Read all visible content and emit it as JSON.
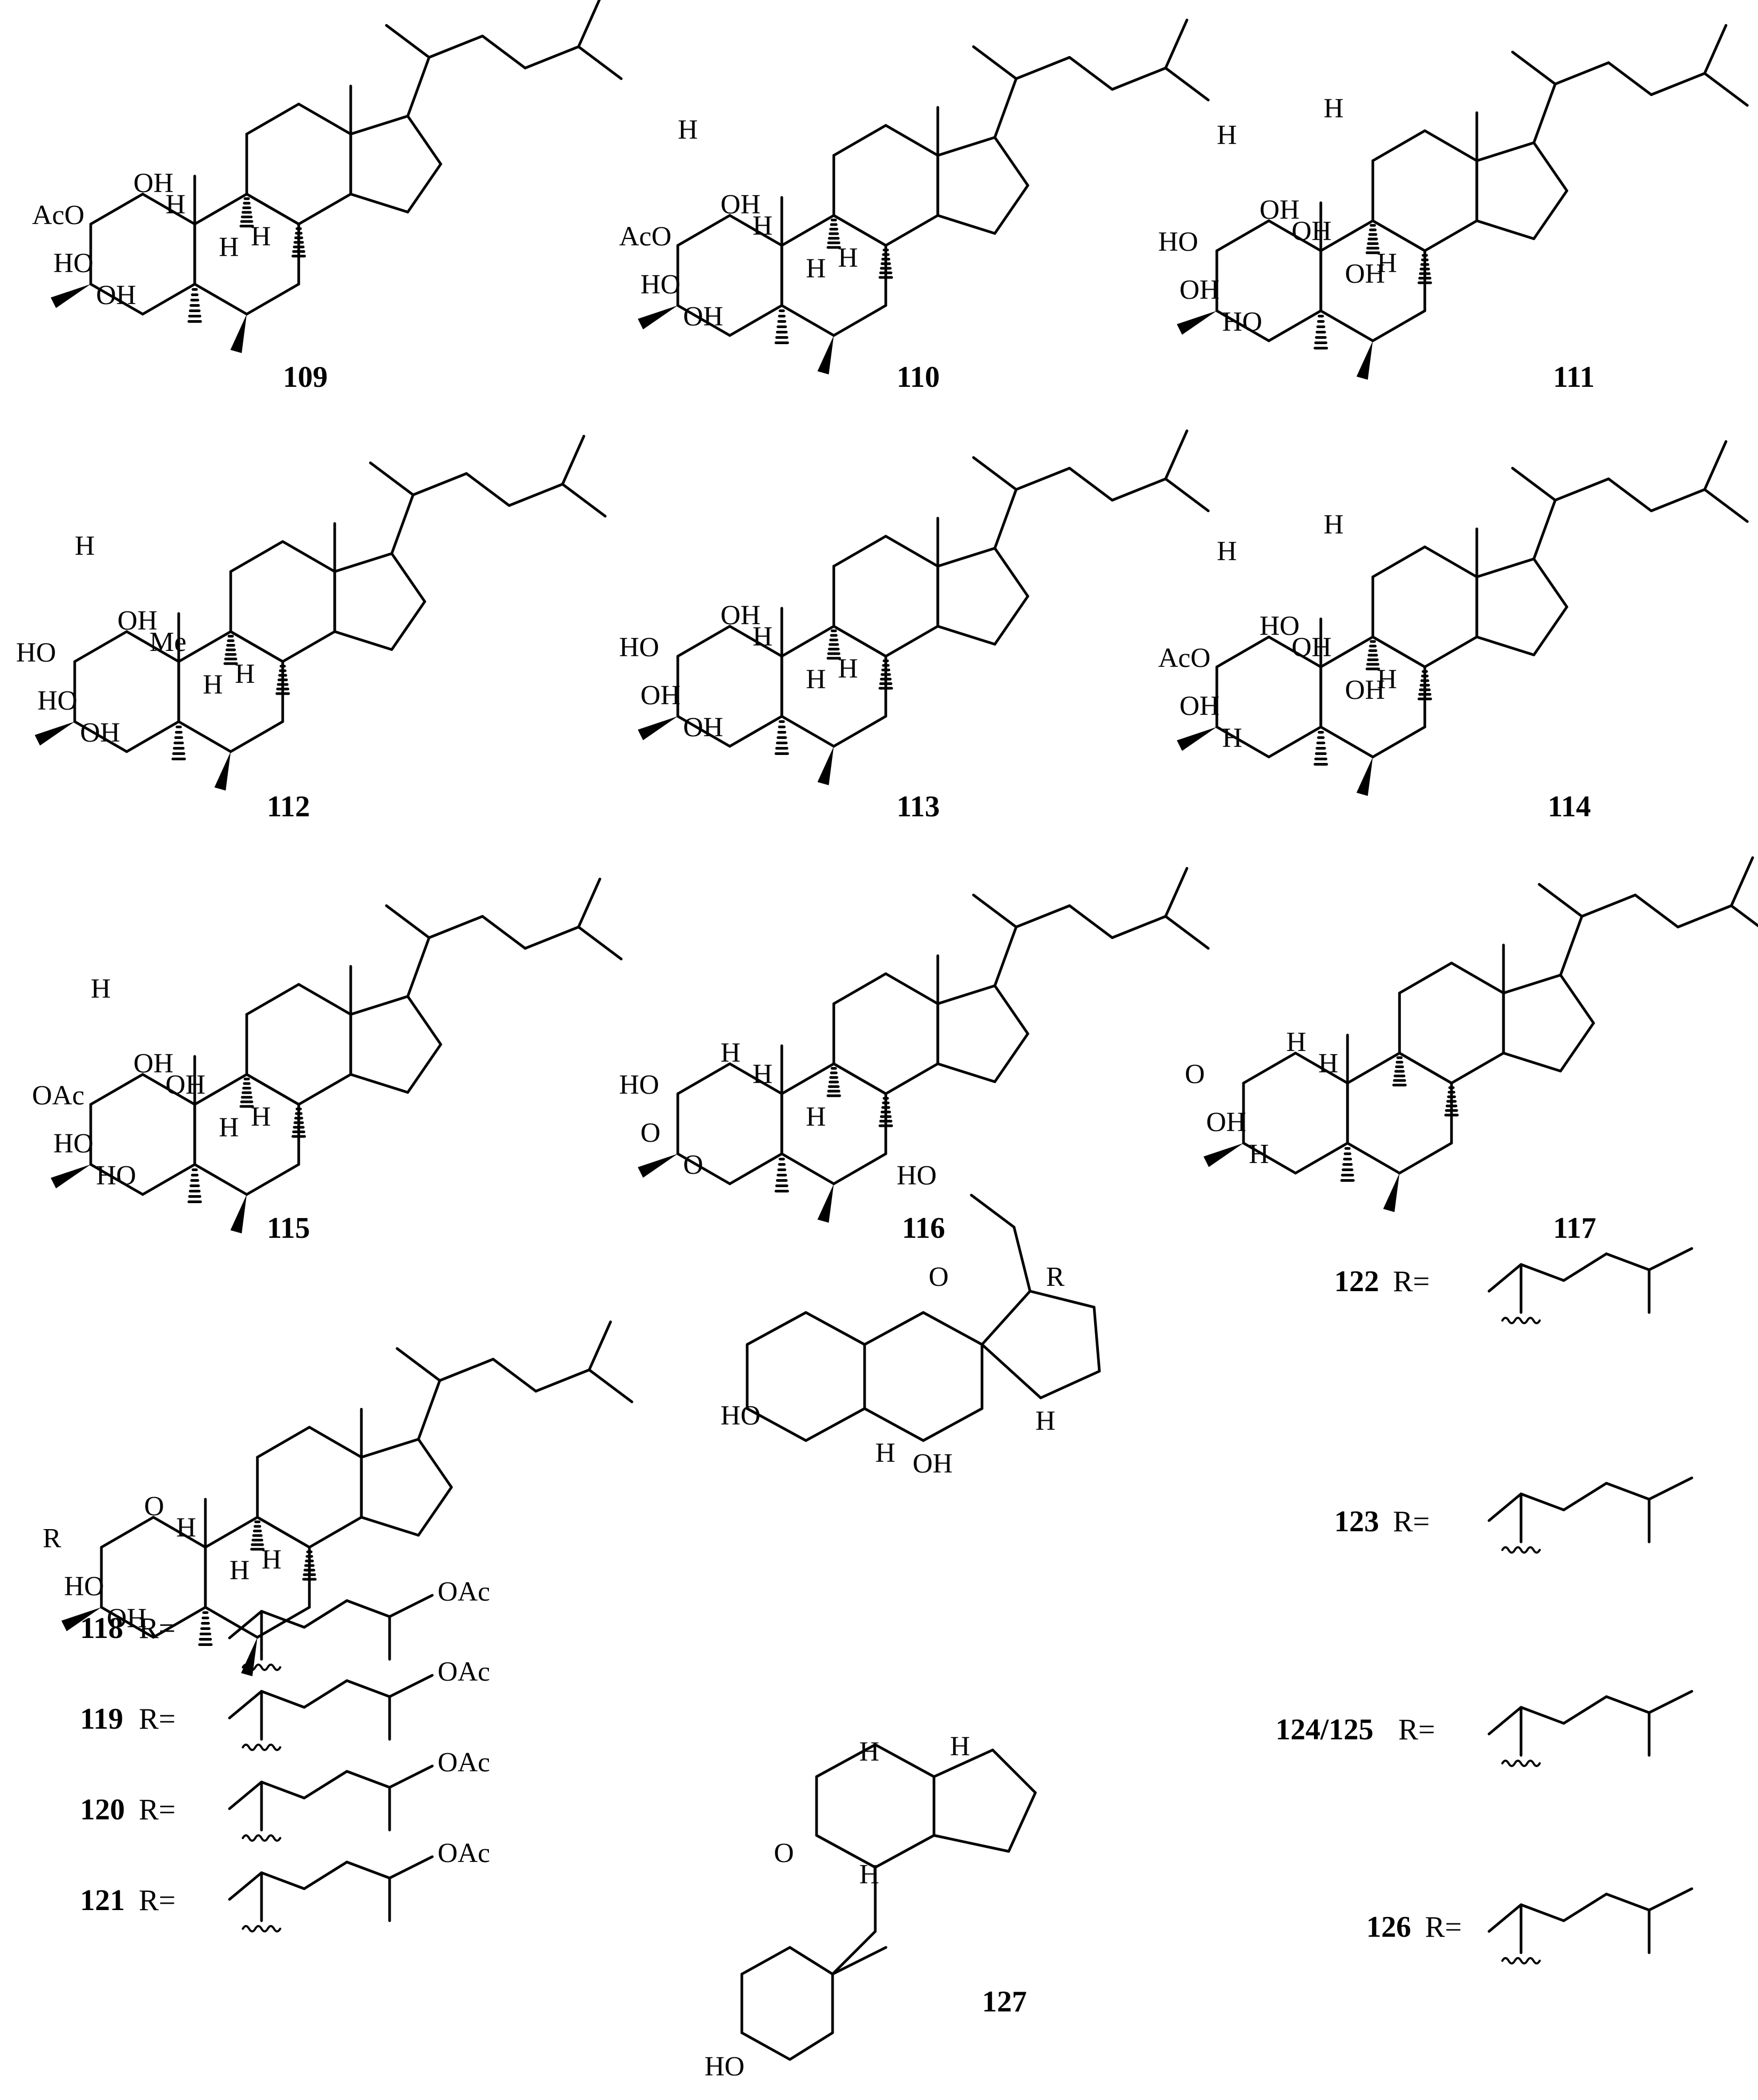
{
  "compounds": [
    {
      "id": "109",
      "labels": [
        "AcO",
        "HO",
        "OH",
        "OH",
        "H",
        "H",
        "H"
      ]
    },
    {
      "id": "110",
      "labels": [
        "AcO",
        "HO",
        "OH",
        "OH",
        "H",
        "H",
        "H",
        "H"
      ]
    },
    {
      "id": "111",
      "labels": [
        "HO",
        "OH",
        "HO",
        "OH",
        "OH",
        "OH",
        "H",
        "H",
        "H"
      ]
    },
    {
      "id": "112",
      "labels": [
        "HO",
        "HO",
        "OH",
        "OH",
        "Me",
        "H",
        "H",
        "H"
      ]
    },
    {
      "id": "113",
      "labels": [
        "HO",
        "OH",
        "OH",
        "OH",
        "H",
        "H",
        "H"
      ]
    },
    {
      "id": "114",
      "labels": [
        "AcO",
        "OH",
        "H",
        "HO",
        "OH",
        "OH",
        "H",
        "H",
        "H"
      ]
    },
    {
      "id": "115",
      "labels": [
        "OAc",
        "HO",
        "HO",
        "OH",
        "OH",
        "H",
        "H",
        "H"
      ]
    },
    {
      "id": "116",
      "labels": [
        "HO",
        "O",
        "O",
        "H",
        "H",
        "H"
      ]
    },
    {
      "id": "117",
      "labels": [
        "O",
        "OH",
        "H",
        "H",
        "H"
      ]
    },
    {
      "id": "118",
      "labels": [
        "R",
        "HO",
        "OH",
        "O",
        "H",
        "H",
        "H"
      ]
    },
    {
      "id": "127",
      "labels": [
        "H",
        "H",
        "H",
        "O",
        "HO"
      ]
    }
  ],
  "hydroxy_compound": {
    "labels": [
      "HO",
      "R",
      "O",
      "HO",
      "OH",
      "H",
      "H"
    ]
  },
  "side_chains": [
    {
      "id": "118",
      "rlabel": "R=",
      "tail": "OAc"
    },
    {
      "id": "119",
      "rlabel": "R=",
      "tail": "OAc"
    },
    {
      "id": "120",
      "rlabel": "R=",
      "tail": "OAc"
    },
    {
      "id": "121",
      "rlabel": "R=",
      "tail": "OAc"
    },
    {
      "id": "122",
      "rlabel": "R=",
      "tail": ""
    },
    {
      "id": "123",
      "rlabel": "R=",
      "tail": ""
    },
    {
      "id": "124/125",
      "rlabel": "R=",
      "tail": ""
    },
    {
      "id": "126",
      "rlabel": "R=",
      "tail": ""
    }
  ]
}
